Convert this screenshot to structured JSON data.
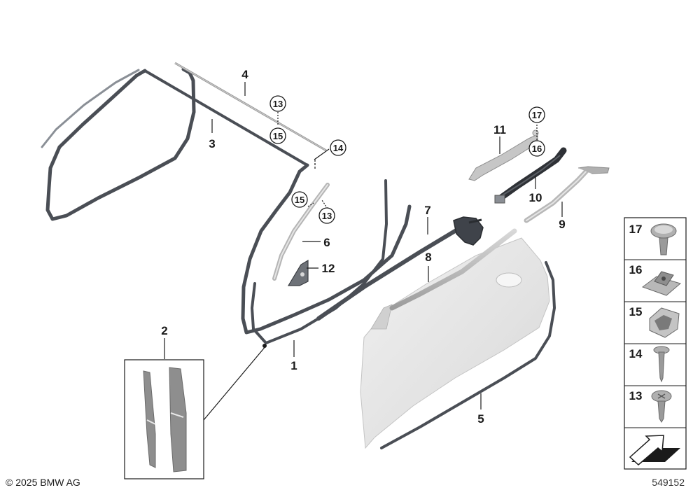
{
  "diagram": {
    "callouts": [
      "1",
      "2",
      "3",
      "4",
      "5",
      "6",
      "7",
      "8",
      "9",
      "10",
      "11",
      "12"
    ],
    "circled": {
      "c13a": "13",
      "c15a": "15",
      "c14": "14",
      "c15b": "15",
      "c13b": "13",
      "c17": "17",
      "c16": "16"
    },
    "legend": [
      "17",
      "16",
      "15",
      "14",
      "13"
    ]
  },
  "footer": {
    "copyright": "© 2025 BMW AG",
    "diagram_id": "549152"
  },
  "colors": {
    "seal": "#4a4e55",
    "panel": "#e4e4e4",
    "text": "#1a1a1a"
  }
}
